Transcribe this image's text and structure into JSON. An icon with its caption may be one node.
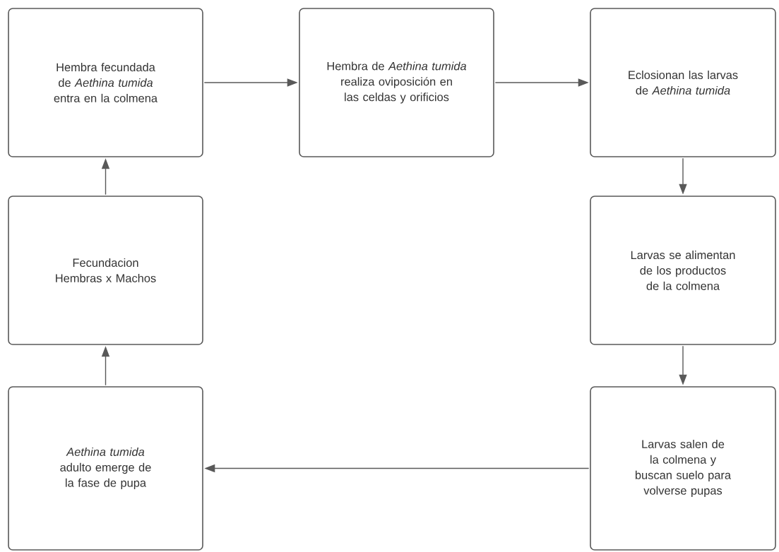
{
  "diagram": {
    "nodes": [
      {
        "text": [
          "Hembra fecundada de *Aethina tumida* entra en la colmena"
        ]
      },
      {
        "text": [
          "Hembra de *Aethina tumida* realiza oviposición en las celdas y orificios"
        ]
      },
      {
        "text": [
          "Eclosionan las larvas de *Aethina tumida*"
        ]
      },
      {
        "text": [
          "Larvas se alimentan de los productos de la colmena"
        ]
      },
      {
        "text": [
          "Larvas salen de la colmena y buscan suelo para volverse pupas"
        ]
      },
      {
        "text": [
          "*Aethina tumida* adulto emerge de la fase de pupa"
        ]
      },
      {
        "text": [
          "Fecundacion Hembras x Machos"
        ]
      }
    ],
    "edges": [
      {
        "from": 0,
        "to": 1,
        "arrow": "to"
      },
      {
        "from": 1,
        "to": 2,
        "arrow": "to"
      },
      {
        "from": 2,
        "to": 3,
        "arrow": "to"
      },
      {
        "from": 3,
        "to": 4,
        "arrow": "to"
      },
      {
        "from": 4,
        "to": 5,
        "arrow": "to"
      },
      {
        "from": 5,
        "to": 6,
        "arrow": "to"
      },
      {
        "from": 6,
        "to": 0,
        "arrow": "to"
      }
    ]
  }
}
